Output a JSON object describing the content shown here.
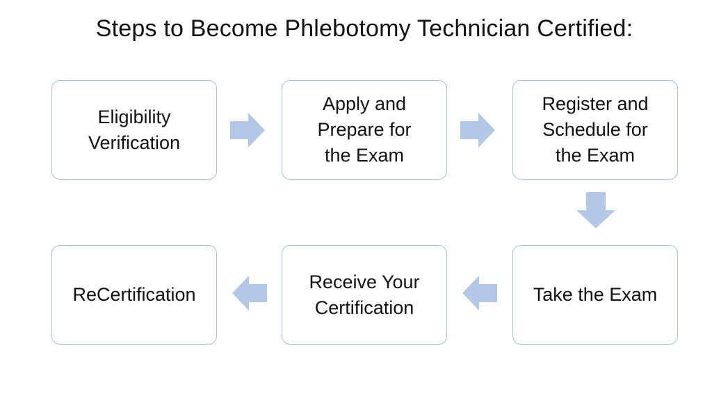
{
  "title": "Steps to Become Phlebotomy Technician Certified:",
  "colors": {
    "box_border": "#a8c0e0",
    "arrow_fill": "#b3c7e6",
    "text": "#111111"
  },
  "steps": [
    {
      "lines": [
        "Eligibility",
        "Verification"
      ]
    },
    {
      "lines": [
        "Apply and",
        "Prepare for",
        "the Exam"
      ]
    },
    {
      "lines": [
        "Register and",
        "Schedule for",
        "the Exam"
      ]
    },
    {
      "lines": [
        "Take the Exam"
      ]
    },
    {
      "lines": [
        "Receive Your",
        "Certification"
      ]
    },
    {
      "lines": [
        "ReCertification"
      ]
    }
  ]
}
